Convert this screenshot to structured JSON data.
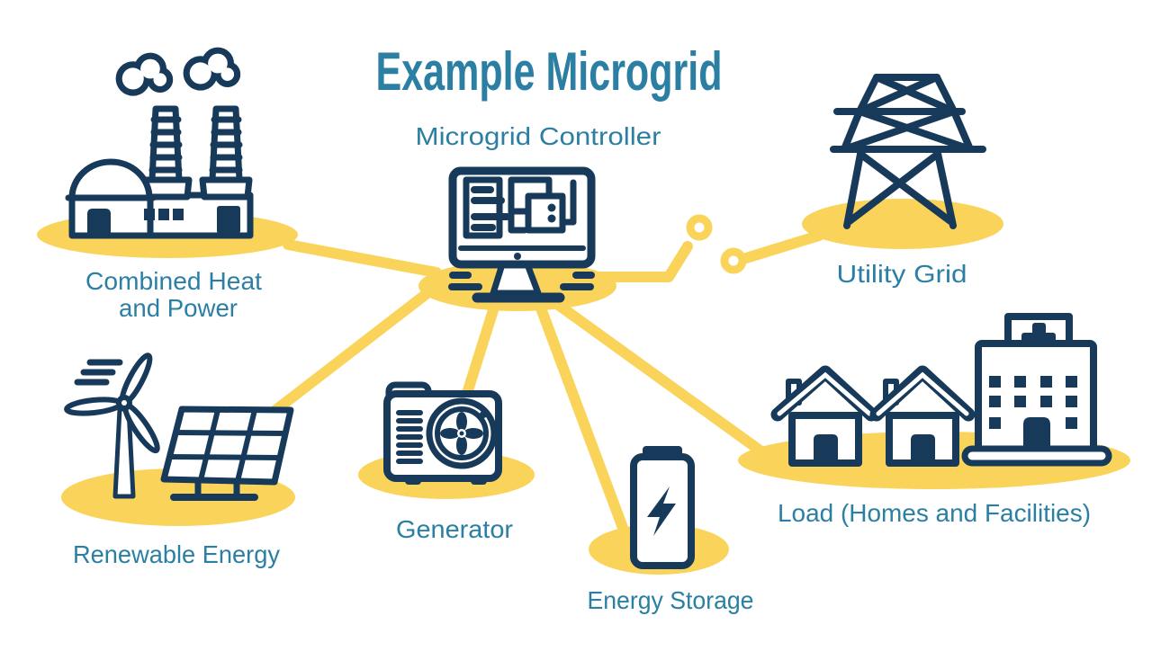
{
  "title": "Example Microgrid",
  "colors": {
    "navy": "#173A5A",
    "teal": "#2B7FA3",
    "yellow": "#FAD45A",
    "background": "#FFFFFF"
  },
  "nodes": {
    "controller": {
      "label": "Microgrid Controller",
      "icon": "desktop-computer-icon"
    },
    "chp": {
      "label_line1": "Combined Heat",
      "label_line2": "and Power",
      "icon": "factory-icon"
    },
    "utility": {
      "label": "Utility Grid",
      "icon": "transmission-tower-icon"
    },
    "renewable": {
      "label": "Renewable Energy",
      "icon": "wind-turbine-and-solar-panel-icon"
    },
    "generator": {
      "label": "Generator",
      "icon": "generator-icon"
    },
    "storage": {
      "label": "Energy Storage",
      "icon": "battery-icon"
    },
    "load": {
      "label": "Load (Homes and Facilities)",
      "icon": "houses-and-hospital-icon"
    }
  },
  "connections": [
    {
      "from": "controller",
      "to": "chp"
    },
    {
      "from": "controller",
      "to": "renewable"
    },
    {
      "from": "controller",
      "to": "generator"
    },
    {
      "from": "controller",
      "to": "storage"
    },
    {
      "from": "controller",
      "to": "load"
    },
    {
      "from": "controller",
      "to": "utility",
      "via": "open-switch-rings"
    }
  ]
}
